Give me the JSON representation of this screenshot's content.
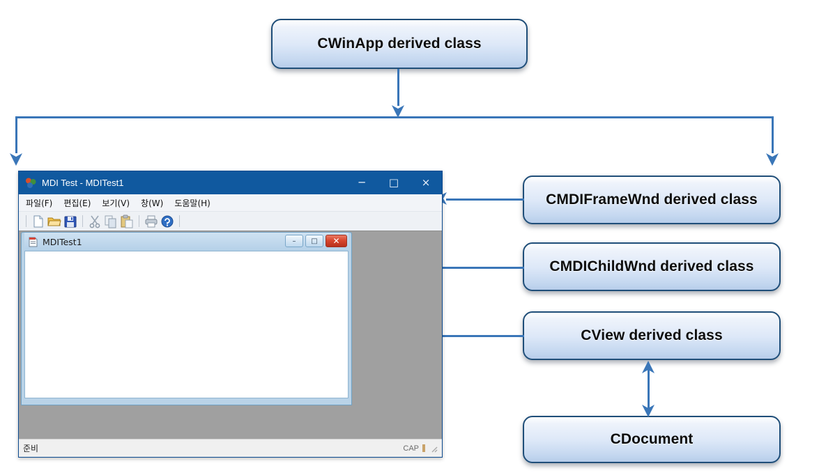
{
  "diagram": {
    "boxes": [
      {
        "id": "cwinapp",
        "label": "CWinApp derived class",
        "name": "box-cwinapp"
      },
      {
        "id": "cmdiframewnd",
        "label": "CMDIFrameWnd derived class",
        "name": "box-cmdiframewnd"
      },
      {
        "id": "cmdichildwnd",
        "label": "CMDIChildWnd derived class",
        "name": "box-cmdichildwnd"
      },
      {
        "id": "cview",
        "label": "CView  derived class",
        "name": "box-cview"
      },
      {
        "id": "cdocument",
        "label": "CDocument",
        "name": "box-cdocument"
      }
    ],
    "colors": {
      "connector": "#3a76b8",
      "box_border": "#1f4e79",
      "box_fill_top": "#ffffff",
      "box_fill_bottom": "#b7cdea",
      "label_color": "#0d0d0d"
    }
  },
  "mfc_window": {
    "title": "MDI Test - MDITest1",
    "app_icon": "mfc-app-icon",
    "titlebar_color": "#10599f",
    "buttons": [
      {
        "name": "minimize-button",
        "glyph": "─"
      },
      {
        "name": "maximize-button",
        "glyph": "□"
      },
      {
        "name": "close-button",
        "glyph": "×"
      }
    ],
    "menu": [
      {
        "name": "menu-file",
        "label": "파일(F)"
      },
      {
        "name": "menu-edit",
        "label": "편집(E)"
      },
      {
        "name": "menu-view",
        "label": "보기(V)"
      },
      {
        "name": "menu-window",
        "label": "창(W)"
      },
      {
        "name": "menu-help",
        "label": "도움말(H)"
      }
    ],
    "toolbar": [
      {
        "name": "new-icon",
        "type": "new"
      },
      {
        "name": "open-icon",
        "type": "open"
      },
      {
        "name": "save-icon",
        "type": "save"
      },
      {
        "name": "cut-icon",
        "type": "cut"
      },
      {
        "name": "copy-icon",
        "type": "copy"
      },
      {
        "name": "paste-icon",
        "type": "paste"
      },
      {
        "name": "print-icon",
        "type": "print"
      },
      {
        "name": "about-icon",
        "type": "about"
      }
    ],
    "mdi_child": {
      "title": "MDITest1",
      "icon": "document-icon",
      "buttons": [
        {
          "name": "child-minimize-button",
          "glyph": "–"
        },
        {
          "name": "child-maximize-button",
          "glyph": "□"
        },
        {
          "name": "child-close-button",
          "glyph": "✕"
        }
      ]
    },
    "statusbar": {
      "message": "준비",
      "cap_label": "CAP"
    }
  }
}
